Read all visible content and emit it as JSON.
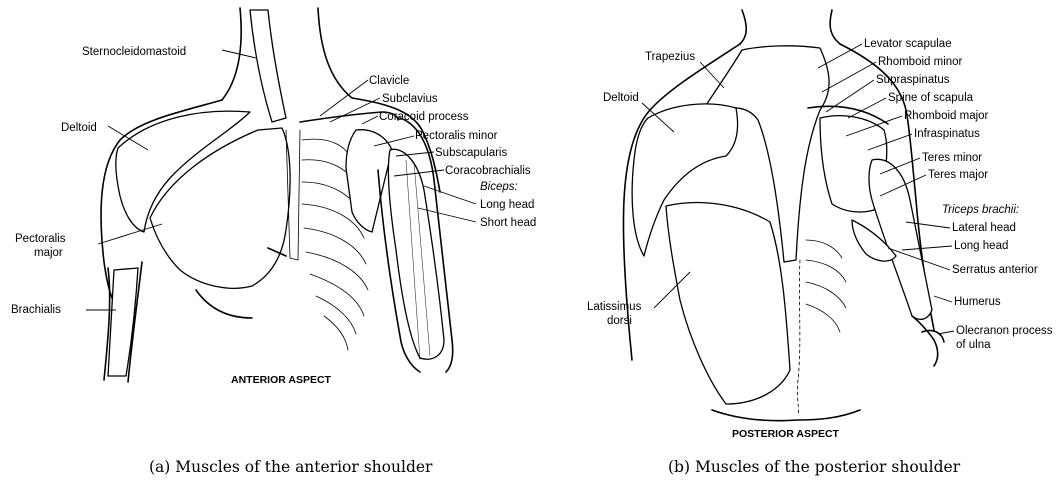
{
  "figures": {
    "anterior": {
      "aspect": "ANTERIOR ASPECT",
      "caption": "(a) Muscles of the anterior shoulder",
      "labels": {
        "sternocleidomastoid": "Sternocleidomastoid",
        "deltoid": "Deltoid",
        "pectoralis_major_1": "Pectoralis",
        "pectoralis_major_2": "major",
        "brachialis": "Brachialis",
        "clavicle": "Clavicle",
        "subclavius": "Subclavius",
        "coracoid_process": "Coracoid process",
        "pectoralis_minor": "Pectoralis minor",
        "subscapularis": "Subscapularis",
        "coracobrachialis": "Coracobrachialis",
        "biceps": "Biceps:",
        "long_head": "Long head",
        "short_head": "Short head"
      }
    },
    "posterior": {
      "aspect": "POSTERIOR ASPECT",
      "caption": "(b) Muscles of the posterior shoulder",
      "labels": {
        "trapezius": "Trapezius",
        "deltoid": "Deltoid",
        "latissimus_1": "Latissimus",
        "latissimus_2": "dorsi",
        "levator_scapulae": "Levator scapulae",
        "rhomboid_minor": "Rhomboid minor",
        "supraspinatus": "Supraspinatus",
        "spine_of_scapula": "Spine of scapula",
        "rhomboid_major": "Rhomboid major",
        "infraspinatus": "Infraspinatus",
        "teres_minor": "Teres minor",
        "teres_major": "Teres major",
        "triceps": "Triceps brachii:",
        "lateral_head": "Lateral head",
        "long_head": "Long head",
        "serratus_anterior": "Serratus anterior",
        "humerus": "Humerus",
        "olecranon_1": "Olecranon process",
        "olecranon_2": "of ulna"
      }
    }
  }
}
